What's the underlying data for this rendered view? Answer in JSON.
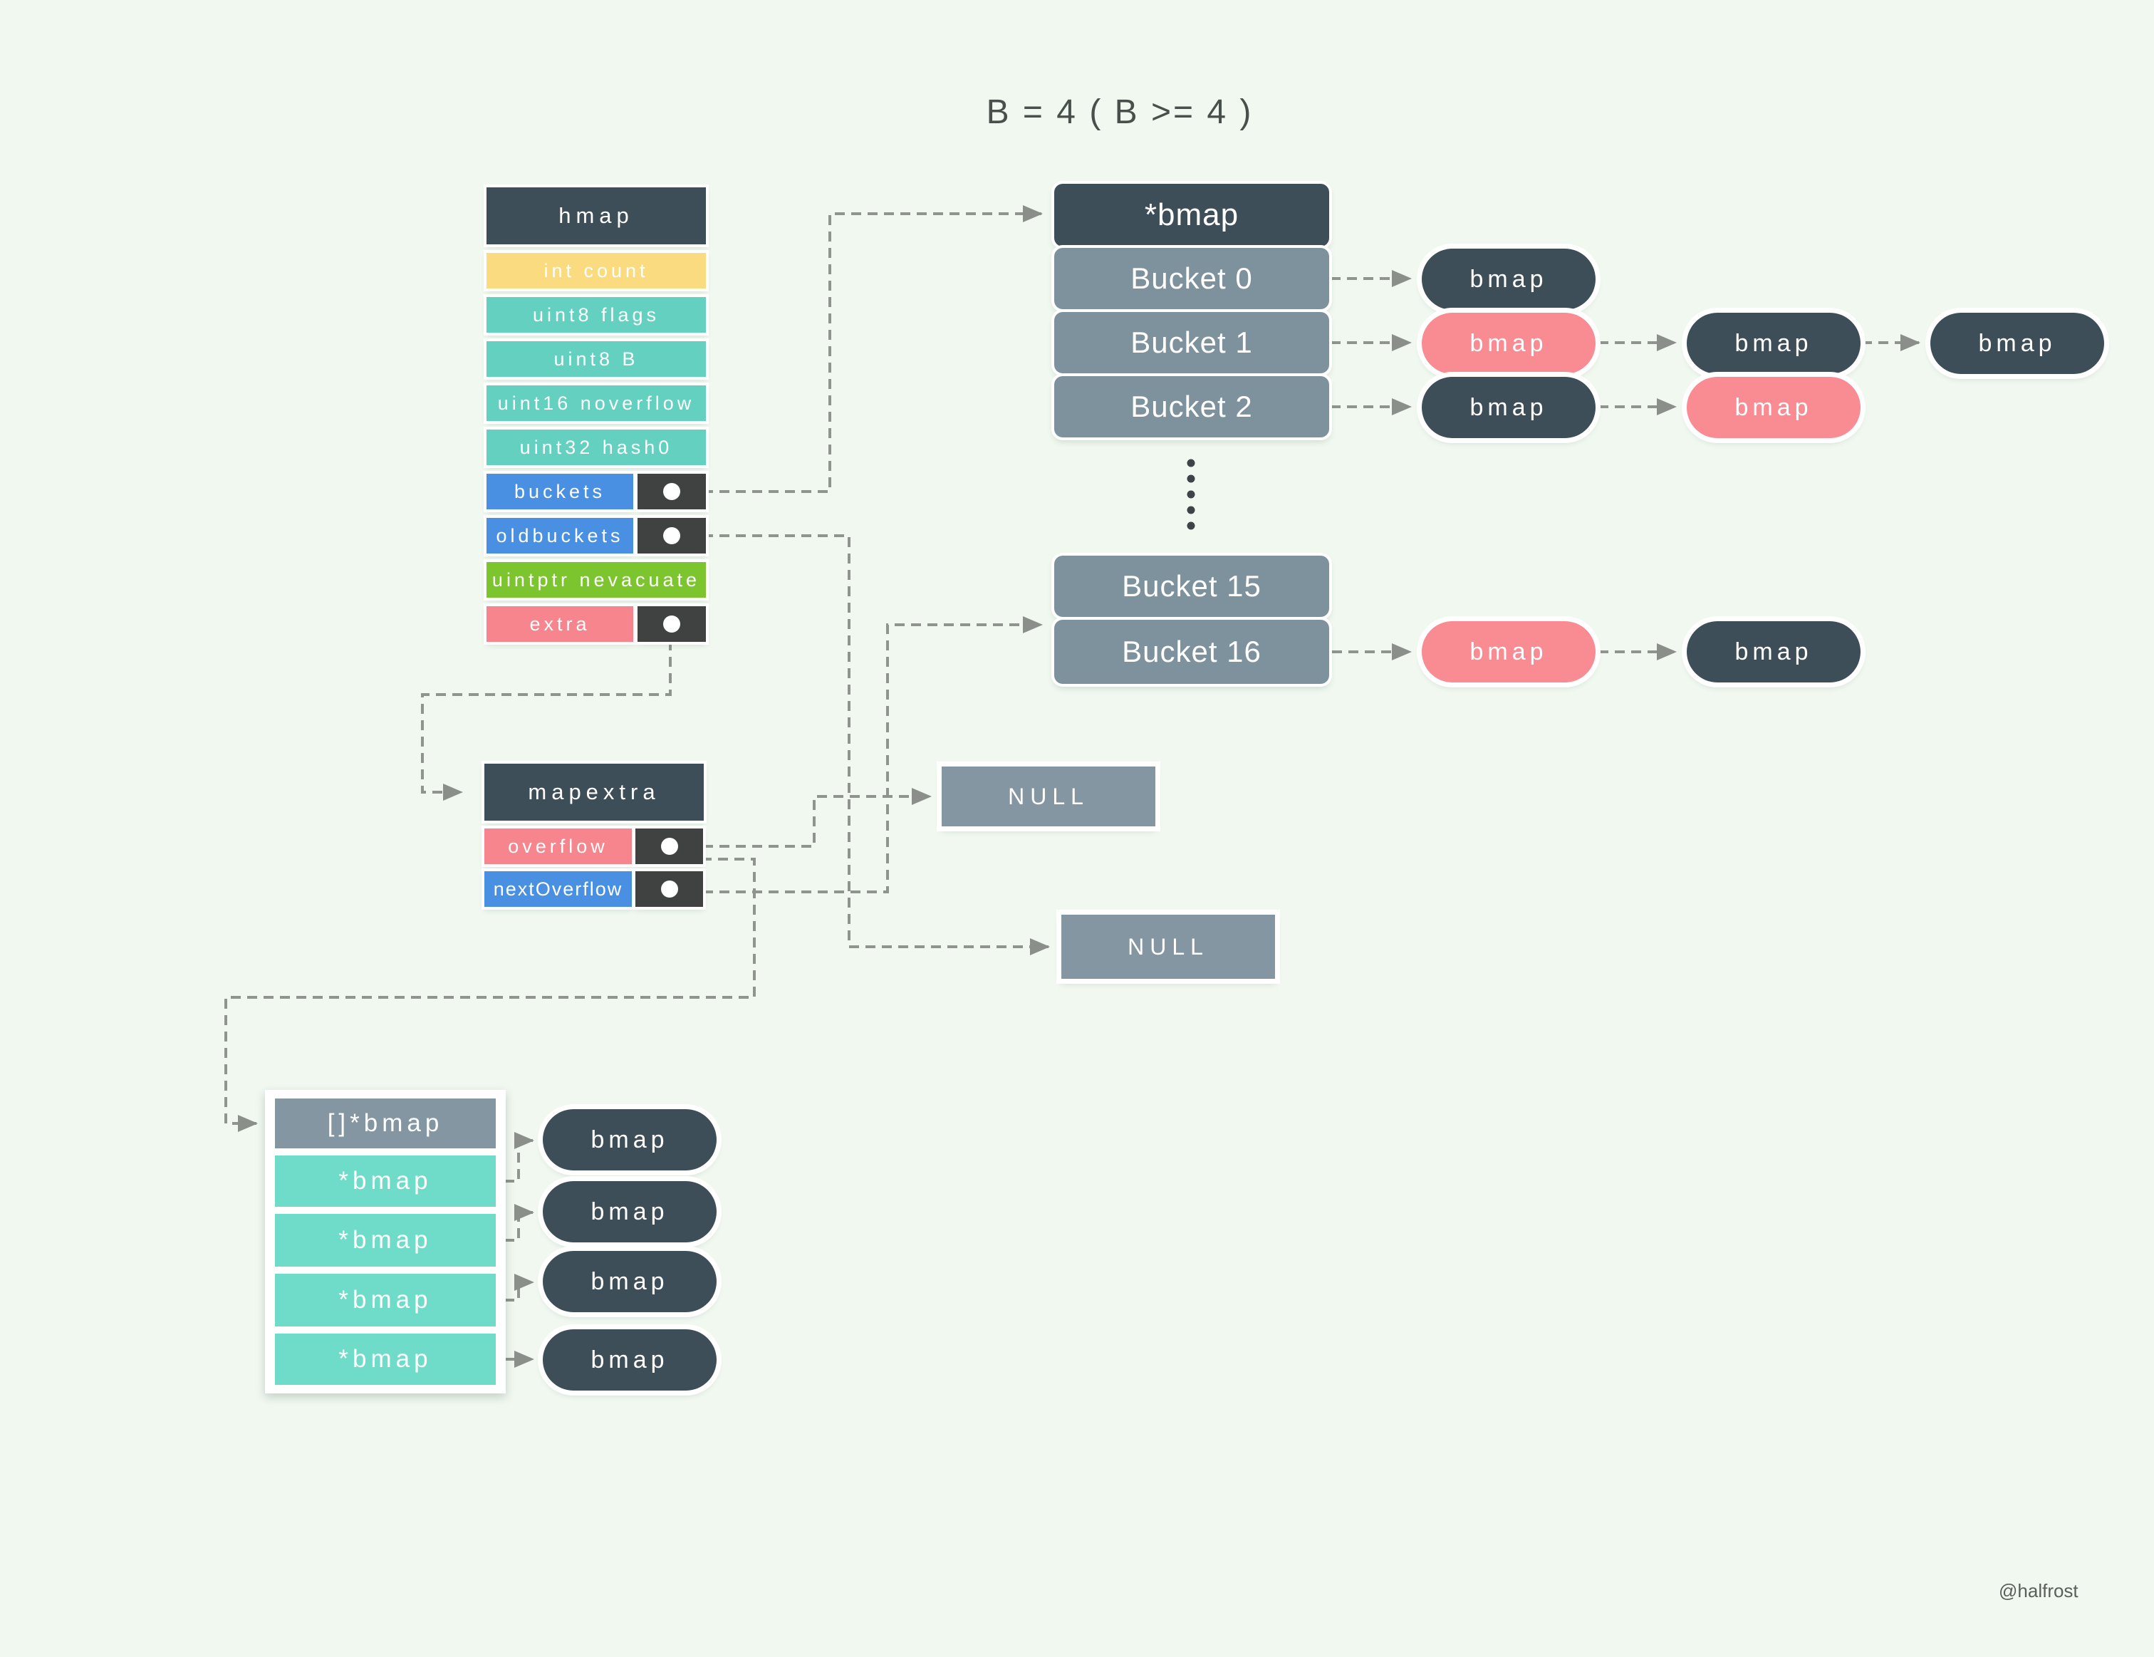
{
  "title": "B = 4 ( B >= 4 )",
  "watermark": "@halfrost",
  "labels": {
    "bmap": "bmap",
    "null": "NULL"
  },
  "hmap": {
    "header": "hmap",
    "fields": [
      {
        "label": "int count",
        "color": "yellow",
        "pointer": false
      },
      {
        "label": "uint8 flags",
        "color": "teal",
        "pointer": false
      },
      {
        "label": "uint8 B",
        "color": "teal",
        "pointer": false
      },
      {
        "label": "uint16 noverflow",
        "color": "teal",
        "pointer": false
      },
      {
        "label": "uint32 hash0",
        "color": "teal",
        "pointer": false
      },
      {
        "label": "buckets",
        "color": "blue",
        "pointer": true
      },
      {
        "label": "oldbuckets",
        "color": "blue",
        "pointer": true
      },
      {
        "label": "uintptr nevacuate",
        "color": "green",
        "pointer": false
      },
      {
        "label": "extra",
        "color": "pink",
        "pointer": true
      }
    ]
  },
  "bucket_array": {
    "header": "*bmap",
    "visible": [
      "Bucket 0",
      "Bucket 1",
      "Bucket 2"
    ],
    "tail": [
      "Bucket 15",
      "Bucket 16"
    ]
  },
  "mapextra": {
    "header": "mapextra",
    "fields": [
      {
        "label": "overflow",
        "color": "pink",
        "pointer": true
      },
      {
        "label": "nextOverflow",
        "color": "blue",
        "pointer": true
      }
    ]
  },
  "null_boxes": [
    "NULL",
    "NULL"
  ],
  "overflow_slice": {
    "header": "[]*bmap",
    "rows": [
      "*bmap",
      "*bmap",
      "*bmap",
      "*bmap"
    ]
  },
  "colors": {
    "background": "#f0f8f0",
    "slate": "#3e4e59",
    "gray_blue": "#7e929e",
    "gray_blue_light": "#8496a1",
    "teal": "#64d1c0",
    "teal_bright": "#6fdbc9",
    "yellow": "#fbdb80",
    "blue": "#4a90e2",
    "green": "#7cc52f",
    "pink": "#f7858e",
    "pill_pink": "#f98b93",
    "pointer_cell": "#404242",
    "connector": "#8f948f"
  }
}
